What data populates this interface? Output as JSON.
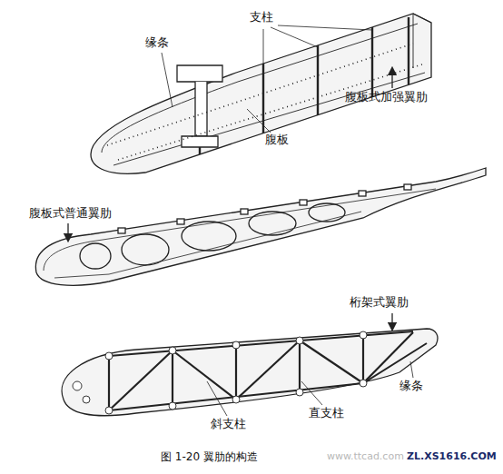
{
  "diagram": {
    "caption": "图 1-20 翼肋的构造",
    "labels": [
      "支柱",
      "缘条",
      "腹板式加强翼肋",
      "腹板",
      "腹板式普通翼肋",
      "桁架式翼肋",
      "缘条",
      "斜支柱",
      "直支柱",
      "www.ttcad.com",
      "ZL.XS1616.COM"
    ]
  }
}
